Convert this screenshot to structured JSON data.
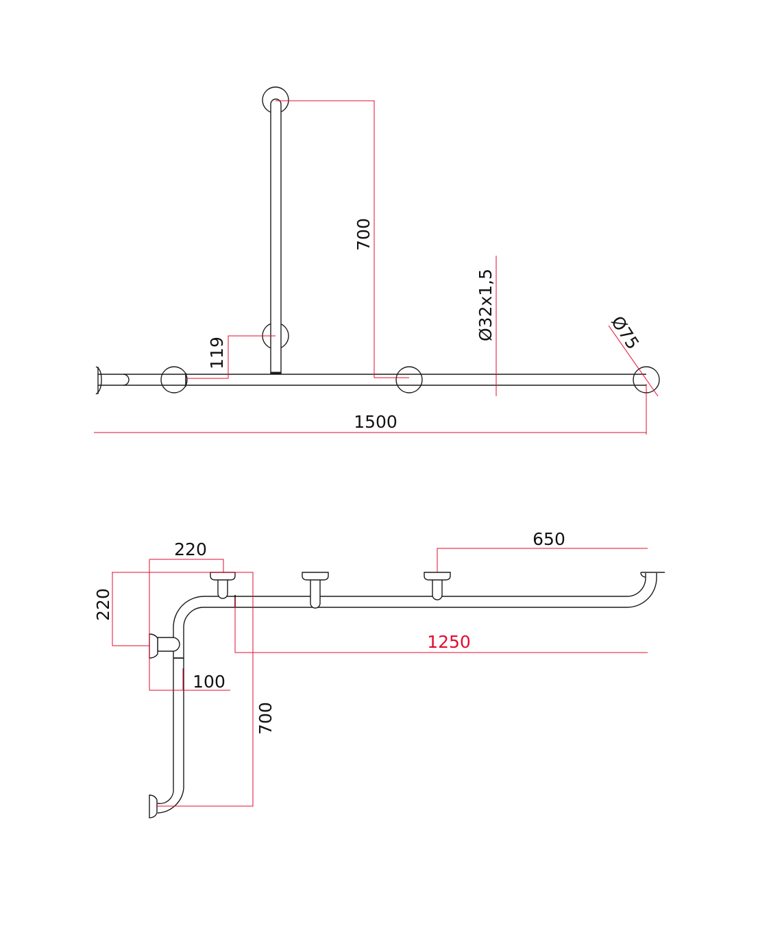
{
  "colors": {
    "dimension": "#e30b2e",
    "outline": "#1a1a1a"
  },
  "top_view": {
    "dim_vertical_bar": "700",
    "dim_flange_offset": "119",
    "dim_tube": "Ø32x1,5",
    "dim_flange_diameter": "Ø75",
    "dim_total_length": "1500"
  },
  "side_view": {
    "dim_corner_width": "220",
    "dim_corner_height": "220",
    "dim_flange_projection": "100",
    "dim_vertical_length": "700",
    "dim_horizontal_length": "1250",
    "dim_end_flange": "650"
  }
}
